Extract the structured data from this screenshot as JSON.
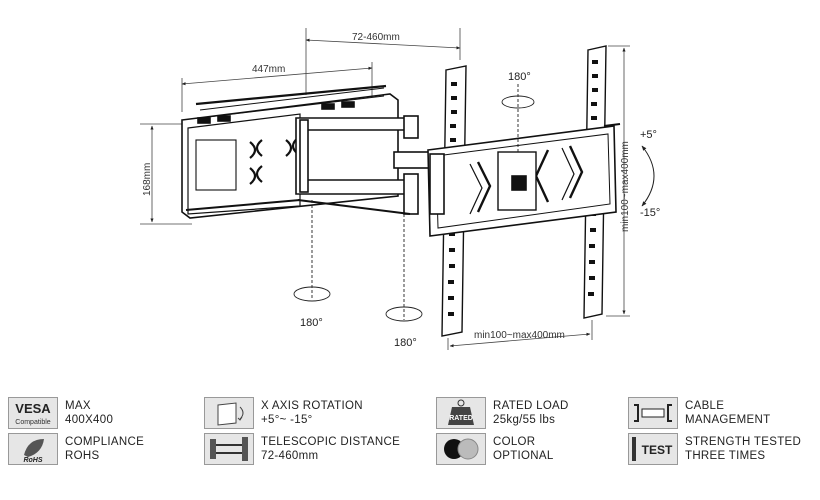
{
  "dimensions": {
    "telescopic": "72-460mm",
    "depth": "447mm",
    "height": "168mm",
    "vesa_vertical": "min100~max400mm",
    "vesa_horizontal": "min100~max400mm"
  },
  "rotations": {
    "top_swivel": "180°",
    "wall_swivel": "180°",
    "arm_swivel": "180°",
    "tilt_up": "+5°",
    "tilt_down": "-15°"
  },
  "features": [
    {
      "icon": "vesa-icon",
      "icon_title": "VESA",
      "icon_sub": "Compatible",
      "line1": "MAX",
      "line2": "400X400"
    },
    {
      "icon": "rotation-icon",
      "line1": "X AXIS ROTATION",
      "line2": "+5°~ -15°"
    },
    {
      "icon": "rated-load-icon",
      "icon_title": "RATED",
      "line1": "RATED LOAD",
      "line2": "25kg/55 lbs"
    },
    {
      "icon": "cable-management-icon",
      "line1": "CABLE",
      "line2": "MANAGEMENT"
    },
    {
      "icon": "rohs-icon",
      "icon_title": "RoHS",
      "line1": "COMPLIANCE",
      "line2": "ROHS"
    },
    {
      "icon": "telescopic-icon",
      "line1": "TELESCOPIC DISTANCE",
      "line2": "72-460mm"
    },
    {
      "icon": "color-icon",
      "line1": "COLOR",
      "line2": "OPTIONAL"
    },
    {
      "icon": "test-icon",
      "icon_title": "TEST",
      "line1": "STRENGTH TESTED",
      "line2": "THREE TIMES"
    }
  ]
}
